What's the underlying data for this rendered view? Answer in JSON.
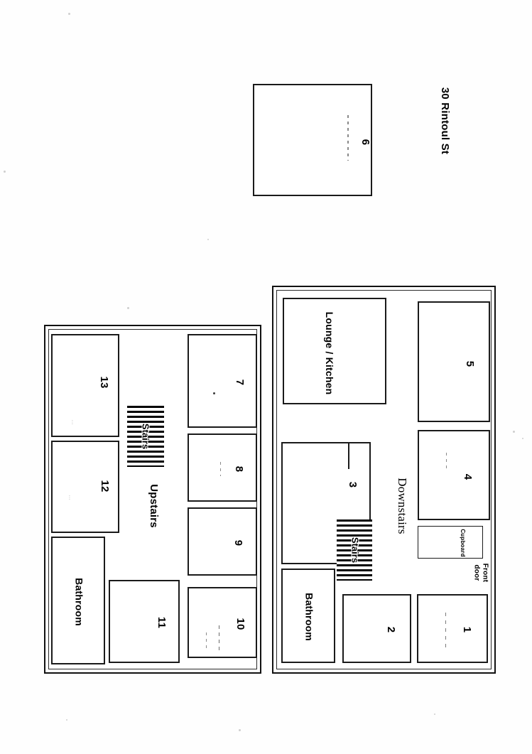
{
  "document": {
    "title": "30 Rintoul St",
    "type": "floor-plan-scan"
  },
  "standalone_room": {
    "label": "6"
  },
  "downstairs": {
    "section_label": "Downstairs",
    "rooms": [
      {
        "label": "Lounge / Kitchen",
        "id": "lounge-kitchen"
      },
      {
        "label": "5",
        "id": "room-5"
      },
      {
        "label": "4",
        "id": "room-4"
      },
      {
        "label": "Cupboard",
        "id": "cupboard"
      },
      {
        "label": "3",
        "id": "room-3"
      },
      {
        "label": "Bathroom",
        "id": "bathroom-downstairs"
      },
      {
        "label": "2",
        "id": "room-2"
      },
      {
        "label": "1",
        "id": "room-1"
      }
    ],
    "stairs_label": "Stairs",
    "front_door_label_line1": "Front",
    "front_door_label_line2": "door"
  },
  "upstairs": {
    "section_label": "Upstairs",
    "rooms": [
      {
        "label": "13",
        "id": "room-13"
      },
      {
        "label": "12",
        "id": "room-12"
      },
      {
        "label": "Bathroom",
        "id": "bathroom-upstairs"
      },
      {
        "label": "7",
        "id": "room-7"
      },
      {
        "label": "8",
        "id": "room-8"
      },
      {
        "label": "9",
        "id": "room-9"
      },
      {
        "label": "10",
        "id": "room-10"
      },
      {
        "label": "11",
        "id": "room-11"
      }
    ],
    "stairs_label": "Stairs"
  },
  "colors": {
    "ink": "#000000",
    "paper": "#ffffff",
    "line": "#1a1a1a"
  }
}
